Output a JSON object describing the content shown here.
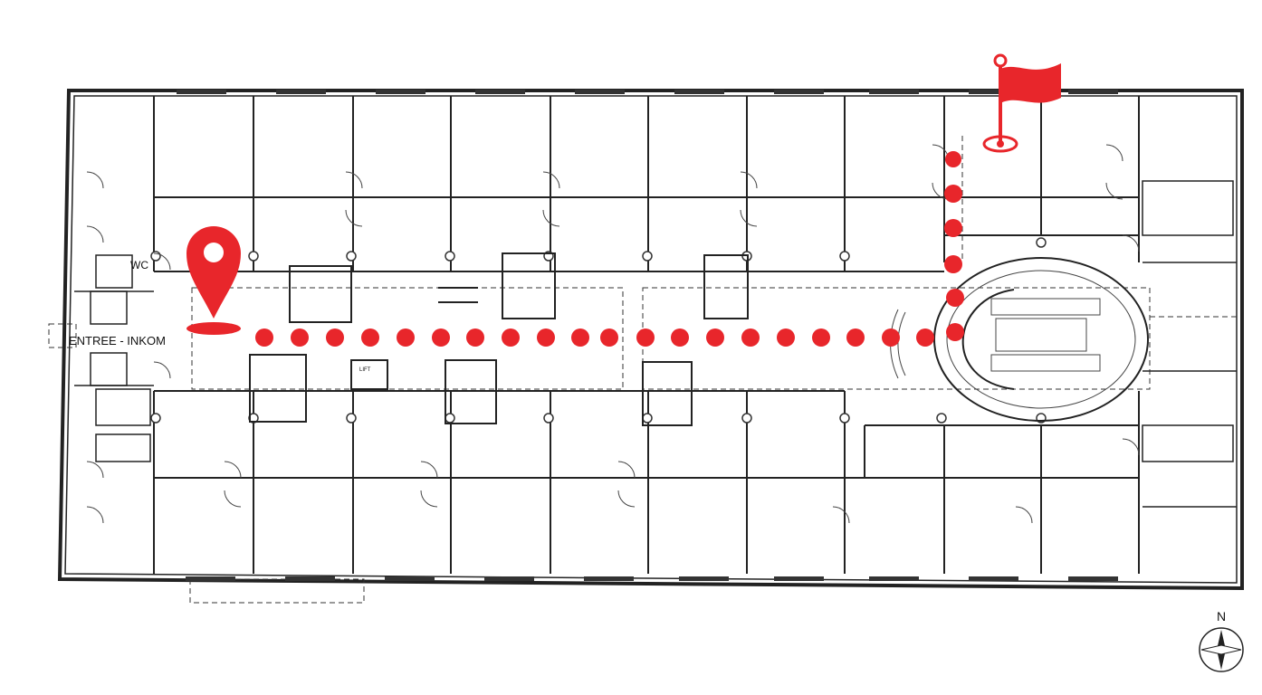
{
  "labels": {
    "entrance": "ENTREE - INKOM",
    "wc": "WC",
    "lift": "LIFT",
    "north": "N"
  },
  "colors": {
    "route": "#e8262b",
    "walls": "#222222",
    "background": "#ffffff"
  },
  "icons": {
    "start": "map-pin-icon",
    "destination": "flag-icon",
    "compass": "compass-icon"
  }
}
